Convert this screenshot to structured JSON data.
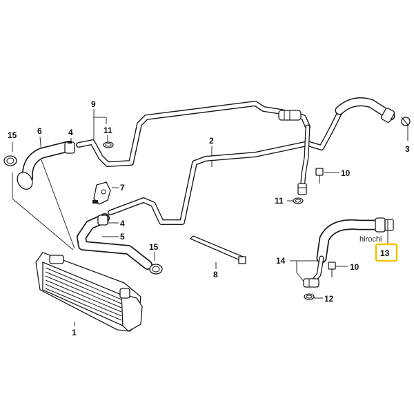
{
  "watermark": "hirochi",
  "callouts": [
    {
      "id": "c15a",
      "label": "15"
    },
    {
      "id": "c6",
      "label": "6"
    },
    {
      "id": "c4a",
      "label": "4"
    },
    {
      "id": "c9",
      "label": "9"
    },
    {
      "id": "c11a",
      "label": "11"
    },
    {
      "id": "c2",
      "label": "2"
    },
    {
      "id": "c3",
      "label": "3"
    },
    {
      "id": "c10a",
      "label": "10"
    },
    {
      "id": "c11b",
      "label": "11"
    },
    {
      "id": "c7",
      "label": "7"
    },
    {
      "id": "c4b",
      "label": "4"
    },
    {
      "id": "c5",
      "label": "5"
    },
    {
      "id": "c15b",
      "label": "15"
    },
    {
      "id": "c8",
      "label": "8"
    },
    {
      "id": "c1",
      "label": "1"
    },
    {
      "id": "c14",
      "label": "14"
    },
    {
      "id": "c10b",
      "label": "10"
    },
    {
      "id": "c12",
      "label": "12"
    },
    {
      "id": "c13",
      "label": "13"
    }
  ],
  "highlight": {
    "label": "13",
    "color": "#f2c200"
  }
}
